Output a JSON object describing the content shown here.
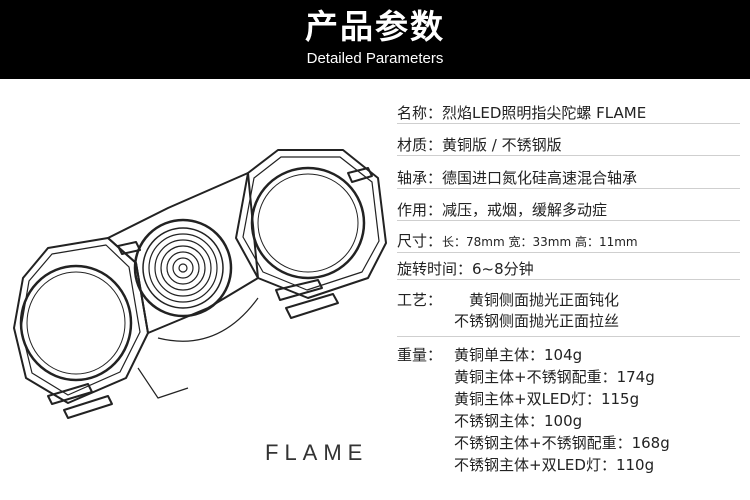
{
  "header": {
    "title": "产品参数",
    "subtitle": "Detailed Parameters"
  },
  "product": {
    "brand_text": "FLAME"
  },
  "specs": {
    "name": {
      "label": "名称：",
      "value": "烈焰LED照明指尖陀螺 FLAME"
    },
    "material": {
      "label": "材质：",
      "value": "黄铜版  /  不锈钢版"
    },
    "bearing": {
      "label": "轴承：",
      "value": "德国进口氮化硅高速混合轴承"
    },
    "function": {
      "label": "作用：",
      "value": "减压，戒烟，缓解多动症"
    },
    "size": {
      "label": "尺寸：",
      "value": "长：78mm 宽：33mm 高：11mm"
    },
    "spin_time": {
      "label": "旋转时间：",
      "value": "6~8分钟"
    },
    "craft": {
      "label": "工艺：",
      "lines": [
        "黄铜侧面抛光正面钝化",
        "不锈钢侧面抛光正面拉丝"
      ]
    },
    "weight": {
      "label": "重量：",
      "lines": [
        "黄铜单主体：104g",
        "黄铜主体+不锈钢配重：174g",
        "黄铜主体+双LED灯：115g",
        "不锈钢主体：100g",
        "不锈钢主体+不锈钢配重：168g",
        "不锈钢主体+双LED灯：110g"
      ]
    }
  }
}
